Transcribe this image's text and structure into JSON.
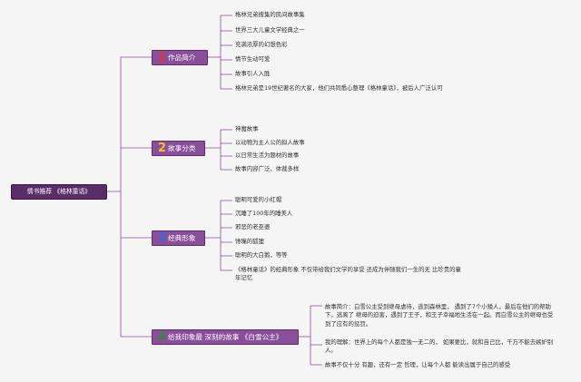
{
  "root": {
    "label": "情书推荐 《格林童话》"
  },
  "branches": [
    {
      "number": "1",
      "number_color": "#e8312f",
      "label": "作品简介",
      "items": [
        "格林兄弟搜集的民间故事集",
        "世界三大儿童文学经典之一",
        "充满浓厚的幻想色彩",
        "情节生动可爱",
        "故事引人入胜",
        "格林兄弟是19世纪著名的大家，他们共同悉心整理《格林童话》，被后人广泛认可"
      ]
    },
    {
      "number": "2",
      "number_color": "#f4c21e",
      "label": "故事分类",
      "items": [
        "神魔故事",
        "以动物为主人公的拟人故事",
        "以日常生活为题材的故事",
        "故事内容广泛、体裁多样"
      ]
    },
    {
      "number": "3",
      "number_color": "#2f6fd6",
      "label": "经典形象",
      "items": [
        "聪明可爱的小红帽",
        "沉睡了100年的睡美人",
        "邪恶的老巫婆",
        "馋嘴的狐狸",
        "聪明的大白鹅，等等",
        "《格林童话》的经典形象 不仅带给我们文学的享受 还成为伴随我们一生的无 比珍贵的童年记忆"
      ]
    },
    {
      "number": "4",
      "number_color": "#2e8b3a",
      "label": "给我印象最 深刻的故事 《白雪公主》",
      "items": [
        "故事简介：白雪公主受到继母虐待，逃到森林里， 遇到了7个小矮人，最后在他们的帮助下，逃离了 继母的迫害，遇到了王子，和王子幸福地生活在一起。而白雪公主的继母也受到了应有的惩罚。",
        "我的理解：世界上的每个人都是独一无二的， 如果要比，就和自己比，千万不能去嫉妒别人。",
        "故事不仅十分 有趣，还有一定 哲理，让每个人都 能读出属于自己的感受"
      ]
    }
  ],
  "colors": {
    "root_bg": "#5b2d68",
    "branch_bg": "#8a4f9a",
    "line": "#8a4f9a",
    "text": "#333333"
  }
}
